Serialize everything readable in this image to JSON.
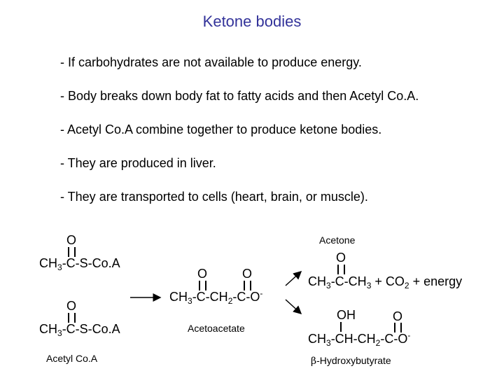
{
  "title": "Ketone bodies",
  "bullets": [
    "- If carbohydrates are not available to produce energy.",
    "- Body breaks down body fat to fatty acids and then Acetyl Co.A.",
    "- Acetyl Co.A combine together to produce ketone bodies.",
    "- They are produced in liver.",
    "- They are transported to cells (heart, brain, or muscle)."
  ],
  "reaction": {
    "acetyl_coa": {
      "oxygen": "O",
      "ch3": "CH",
      "ch3_sub": "3",
      "rest": "-C-S-Co.A",
      "label": "Acetyl Co.A"
    },
    "acetoacetate": {
      "oxygen": "O",
      "formula_a": "CH",
      "sub_a": "3",
      "formula_b": "-C-CH",
      "sub_b": "2",
      "formula_c": "-C-O",
      "charge": "-",
      "label": "Acetoacetate"
    },
    "acetone": {
      "label": "Acetone",
      "oxygen": "O",
      "formula_a": "CH",
      "sub_a": "3",
      "formula_b": "-C-CH",
      "sub_b": "3",
      "formula_c": " + CO",
      "sub_c": "2",
      "formula_d": " + energy"
    },
    "hydroxybutyrate": {
      "oh": "OH",
      "oxygen": "O",
      "formula_a": "CH",
      "sub_a": "3",
      "formula_b": "-CH-CH",
      "sub_b": "2",
      "formula_c": "-C-O",
      "charge": "-",
      "beta": "β",
      "label": "-Hydroxybutyrate"
    }
  }
}
